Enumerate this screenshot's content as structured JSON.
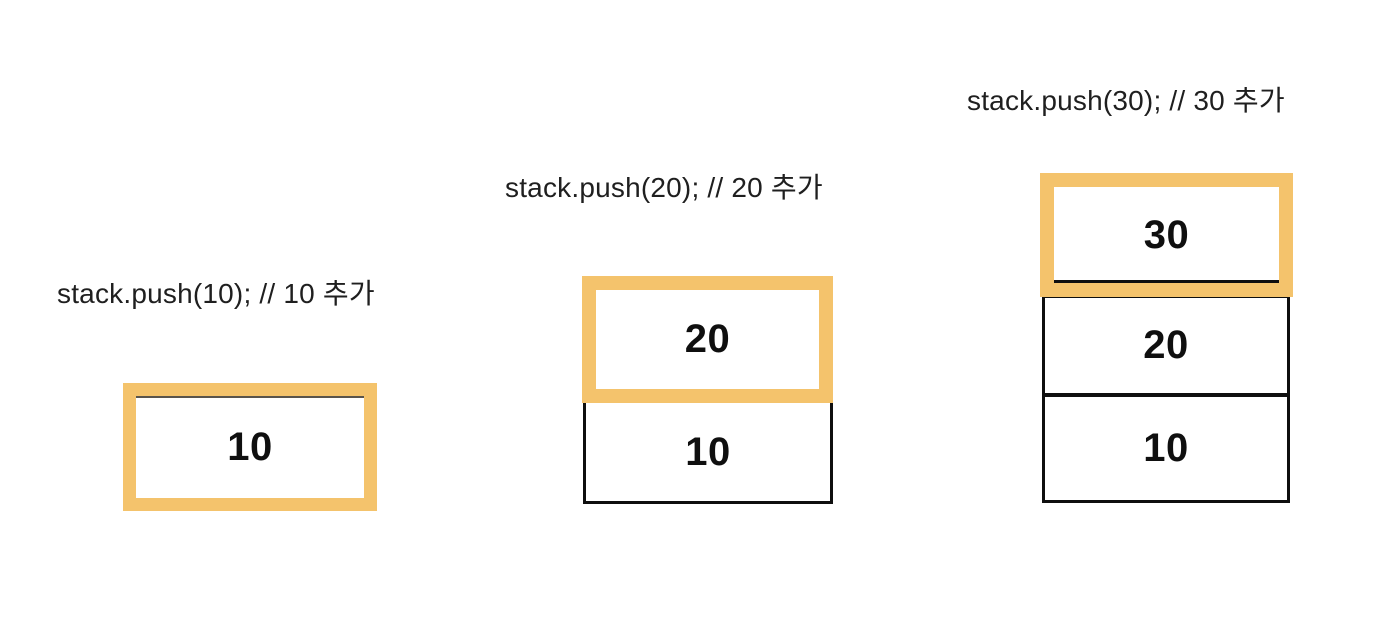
{
  "diagram": {
    "colors": {
      "highlight": "#F4C36C",
      "ink": "#0f0f0f",
      "label_text": "#1f1f1f"
    },
    "panels": [
      {
        "id": "push-10",
        "label": "stack.push(10); // 10 추가",
        "boxes": [
          {
            "value": "10",
            "highlighted": true
          }
        ]
      },
      {
        "id": "push-20",
        "label": "stack.push(20); // 20 추가",
        "boxes": [
          {
            "value": "20",
            "highlighted": true
          },
          {
            "value": "10",
            "highlighted": false
          }
        ]
      },
      {
        "id": "push-30",
        "label": "stack.push(30); // 30 추가",
        "boxes": [
          {
            "value": "30",
            "highlighted": true
          },
          {
            "value": "20",
            "highlighted": false
          },
          {
            "value": "10",
            "highlighted": false
          }
        ]
      }
    ]
  }
}
